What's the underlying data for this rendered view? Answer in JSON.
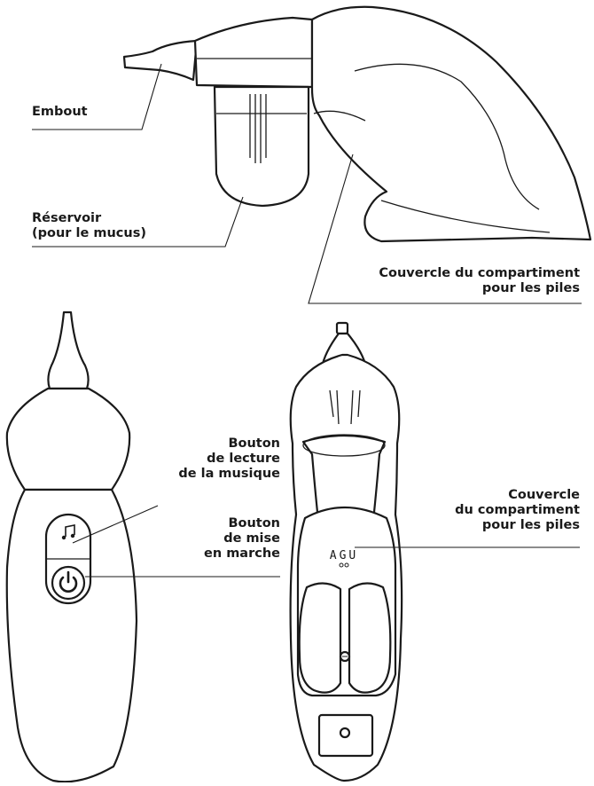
{
  "labels": {
    "embout": "Embout",
    "reservoir": [
      "Réservoir",
      "(pour le mucus)"
    ],
    "couvercle_top": [
      "Couvercle du compartiment",
      "pour les piles"
    ],
    "bouton_musique": [
      "Bouton",
      "de lecture",
      "de la musique"
    ],
    "bouton_marche": [
      "Bouton",
      "de mise",
      "en marche"
    ],
    "couvercle_bottom": [
      "Couvercle",
      "du compartiment",
      "pour les piles"
    ]
  },
  "brand": "AGU",
  "icons": [
    "music-note-icon",
    "power-icon"
  ],
  "colors": {
    "line": "#1a1a1a",
    "background": "#ffffff"
  }
}
